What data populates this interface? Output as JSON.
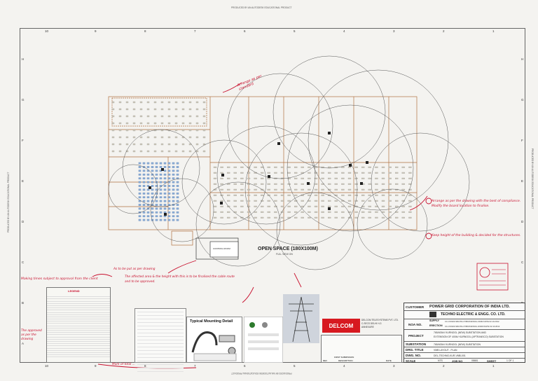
{
  "header": {
    "top_stamp": "PRODUCED BY AN AUTODESK EDUCATIONAL PRODUCT",
    "bottom_stamp": "PRODUCED BY AN AUTODESK EDUCATIONAL PRODUCT",
    "left_stamp": "PRODUCED BY AN AUTODESK EDUCATIONAL PRODUCT",
    "right_stamp": "PRODUCED BY AN AUTODESK EDUCATIONAL PRODUCT"
  },
  "grid": {
    "columns": [
      "10",
      "9",
      "8",
      "7",
      "6",
      "5",
      "4",
      "3",
      "2",
      "1"
    ],
    "rows": [
      "H",
      "G",
      "F",
      "E",
      "D",
      "C",
      "B",
      "A"
    ]
  },
  "plan": {
    "open_space": "OPEN SPACE (180X100M)",
    "open_space_sub": "FULL VIEW ON"
  },
  "mounting": {
    "title": "Typical Mounting Detail"
  },
  "legend": {
    "title": "LEGEND"
  },
  "delcom": {
    "brand": "DELCOM",
    "company": "DELCOM TELESYSTEMS PVT. LTD.",
    "city": "C-SECS DELHI H-3",
    "note": "ANNEXURE"
  },
  "title_block": {
    "customer_label": "CUSTOMER",
    "customer": "POWER GRID CORPORATION OF INDIA LTD.",
    "contractor": "TECHNO ELECTRIC & ENGG. CO. LTD.",
    "noa_label": "NOA NO.",
    "supply_label": "SUPPLY",
    "supply": "CC-CS/320-SR1/SS-1798/3/G9/NOA-I/4462 DATE 02.10.2012",
    "erection_label": "ERECTION",
    "erection": "CC-CS/320-SR1/SS-1798/3/G9/NOA-II/4463 DATE 02.10.2012",
    "project_label": "PROJECT",
    "project_line1": "765/400kV KURNOOL (NEW) SUBSTATION AND",
    "project_line2": "EXTENSION OF 400kV KURNOOL (APTRANSCO) SUBSTATION",
    "substation_label": "SUBSTATION",
    "substation": "765/400kV KURNOOL (NEW) SUBSTATION",
    "dwg_title_label": "DRG. TITLE",
    "dwg_title": "VMB LAYOUT - PLAN",
    "dwg_no_label": "DWG. NO.",
    "dwg_no": "DEL-TECHNO-KUR-VMB-001",
    "scale_label": "SCALE",
    "scale": "NTS",
    "job_label": "JOB NO",
    "job": "08681",
    "sheet_label": "SHEET",
    "sheet": "1 OF 1",
    "rev_label": "REV",
    "description_label": "DESCRIPTION",
    "date_label": "DATE",
    "first_submission": "FIRST SUBMISSION"
  },
  "annotations": {
    "top_note": "Arrange as per standard",
    "right_note_1": "Arrange as per the drawing with the best of compliance. Modify the board location to finalise.",
    "right_note_2": "Keep height of the building & decided for the structures.",
    "left_note_1": "Making times subject to approval from the client",
    "left_note_2": "The approved as per the drawing",
    "mid_note_1": "As to be put as per drawing",
    "mid_note_2": "The affected area & the height with this is to be finalised the cable route and to be approved.",
    "bottom_note_1": "Mark of total ..."
  },
  "colors": {
    "annotation": "#c8102e",
    "delcom": "#d71920",
    "linework": "#b07040",
    "grid": "#666666"
  }
}
